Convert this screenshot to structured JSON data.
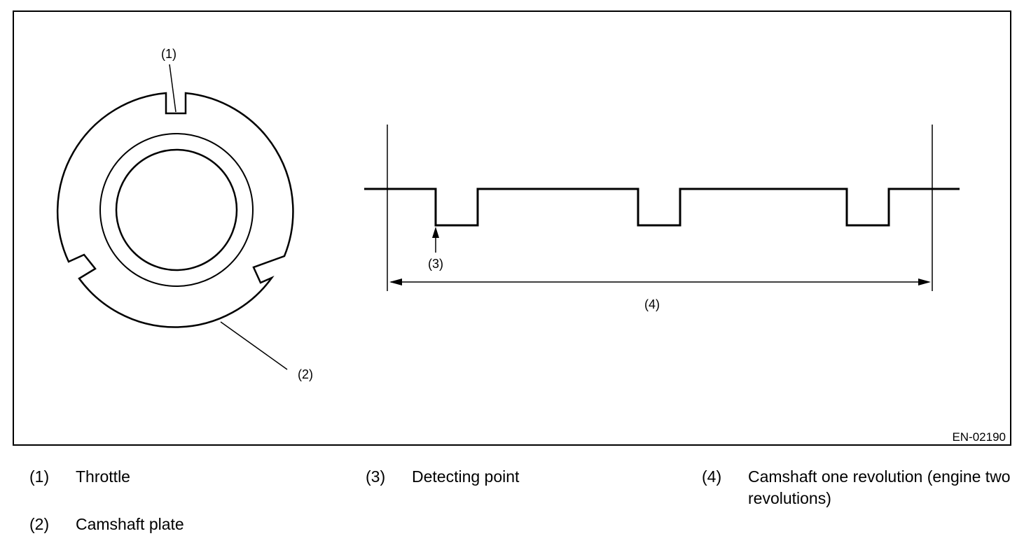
{
  "figure": {
    "code": "EN-02190",
    "callouts": {
      "c1": "(1)",
      "c2": "(2)",
      "c3": "(3)",
      "c4": "(4)"
    }
  },
  "legend": [
    {
      "num": "(1)",
      "text": "Throttle"
    },
    {
      "num": "(2)",
      "text": "Camshaft plate"
    },
    {
      "num": "(3)",
      "text": "Detecting point"
    },
    {
      "num": "(4)",
      "text": "Camshaft one revolution (engine two revolutions)"
    }
  ]
}
